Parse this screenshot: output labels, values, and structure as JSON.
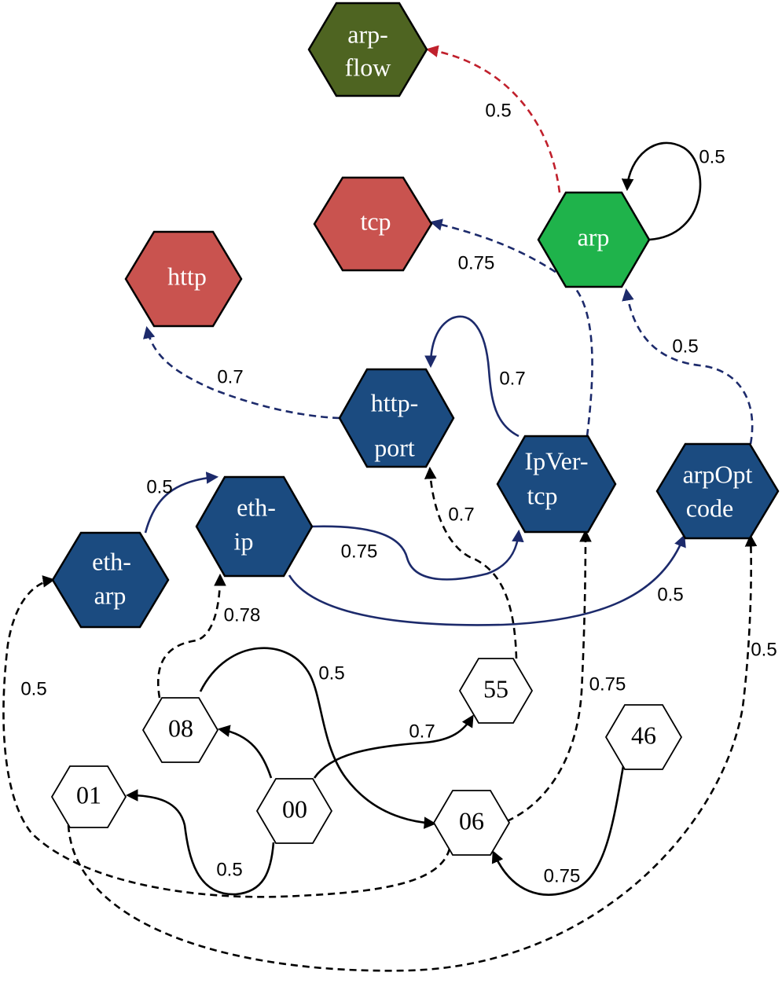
{
  "colors": {
    "blue_node": "#1b4b80",
    "red_node": "#c9534f",
    "green_node": "#1fb34b",
    "olive_node": "#4e6421",
    "white_node": "#ffffff",
    "node_stroke": "#000000",
    "edge_black": "#000000",
    "edge_blue": "#1c2a6b",
    "edge_red": "#c0202c",
    "light_text": "#ffffff",
    "dark_text": "#000000"
  },
  "nodes": {
    "arp_flow": {
      "lines": [
        "arp-",
        "flow"
      ]
    },
    "tcp": {
      "lines": [
        "tcp"
      ]
    },
    "arp": {
      "lines": [
        "arp"
      ]
    },
    "http": {
      "lines": [
        "http"
      ]
    },
    "http_port": {
      "lines": [
        "http-",
        "port"
      ]
    },
    "ipver_tcp": {
      "lines": [
        "IpVer-",
        "tcp"
      ]
    },
    "arpopt_code": {
      "lines": [
        "arpOpt",
        "code"
      ]
    },
    "eth_ip": {
      "lines": [
        "eth-",
        "ip"
      ]
    },
    "eth_arp": {
      "lines": [
        "eth-",
        "arp"
      ]
    },
    "n55": {
      "lines": [
        "55"
      ]
    },
    "n08": {
      "lines": [
        "08"
      ]
    },
    "n46": {
      "lines": [
        "46"
      ]
    },
    "n01": {
      "lines": [
        "01"
      ]
    },
    "n00": {
      "lines": [
        "00"
      ]
    },
    "n06": {
      "lines": [
        "06"
      ]
    }
  },
  "edges": [
    {
      "id": "arp-to-arp-flow",
      "from": "arp",
      "to": "arp-flow",
      "weight": "0.5",
      "style": "dashed",
      "color": "red"
    },
    {
      "id": "arp-self-loop",
      "from": "arp",
      "to": "arp",
      "weight": "0.5",
      "style": "solid",
      "color": "black"
    },
    {
      "id": "ipver-tcp-to-tcp",
      "from": "IpVer-tcp",
      "to": "tcp",
      "weight": "0.75",
      "style": "dashed",
      "color": "blue"
    },
    {
      "id": "arpopt-code-to-arp",
      "from": "arpOpt code",
      "to": "arp",
      "weight": "0.5",
      "style": "dashed",
      "color": "blue"
    },
    {
      "id": "http-port-to-http",
      "from": "http-port",
      "to": "http",
      "weight": "0.7",
      "style": "dashed",
      "color": "blue"
    },
    {
      "id": "ipver-tcp-to-http-port",
      "from": "IpVer-tcp",
      "to": "http-port",
      "weight": "0.7",
      "style": "solid",
      "color": "blue"
    },
    {
      "id": "eth-arp-to-eth-ip",
      "from": "eth-arp",
      "to": "eth-ip",
      "weight": "0.5",
      "style": "solid",
      "color": "blue"
    },
    {
      "id": "eth-ip-to-ipver-tcp",
      "from": "eth-ip",
      "to": "IpVer-tcp",
      "weight": "0.75",
      "style": "solid",
      "color": "blue"
    },
    {
      "id": "eth-ip-to-arpopt-code",
      "from": "eth-ip",
      "to": "arpOpt code",
      "weight": "0.5",
      "style": "solid",
      "color": "blue"
    },
    {
      "id": "55-to-http-port",
      "from": "55",
      "to": "http-port",
      "weight": "0.7",
      "style": "dashed",
      "color": "black"
    },
    {
      "id": "08-to-eth-ip",
      "from": "08",
      "to": "eth-ip",
      "weight": "0.78",
      "style": "dashed",
      "color": "black"
    },
    {
      "id": "06-to-ipver-tcp",
      "from": "06",
      "to": "IpVer-tcp",
      "weight": "0.75",
      "style": "dashed",
      "color": "black"
    },
    {
      "id": "01-to-arpopt-code",
      "from": "01",
      "to": "arpOpt code",
      "weight": "0.5",
      "style": "dashed",
      "color": "black"
    },
    {
      "id": "06-to-eth-arp",
      "from": "06",
      "to": "eth-arp",
      "weight": "0.5",
      "style": "dashed",
      "color": "black"
    },
    {
      "id": "08-to-06",
      "from": "08",
      "to": "06",
      "weight": "0.5",
      "style": "solid",
      "color": "black"
    },
    {
      "id": "00-to-55",
      "from": "00",
      "to": "55",
      "weight": "0.7",
      "style": "solid",
      "color": "black"
    },
    {
      "id": "00-to-08",
      "from": "00",
      "to": "08",
      "weight": "",
      "style": "solid",
      "color": "black"
    },
    {
      "id": "00-to-01",
      "from": "00",
      "to": "01",
      "weight": "0.5",
      "style": "solid",
      "color": "black"
    },
    {
      "id": "46-to-06",
      "from": "46",
      "to": "06",
      "weight": "0.75",
      "style": "solid",
      "color": "black"
    }
  ]
}
